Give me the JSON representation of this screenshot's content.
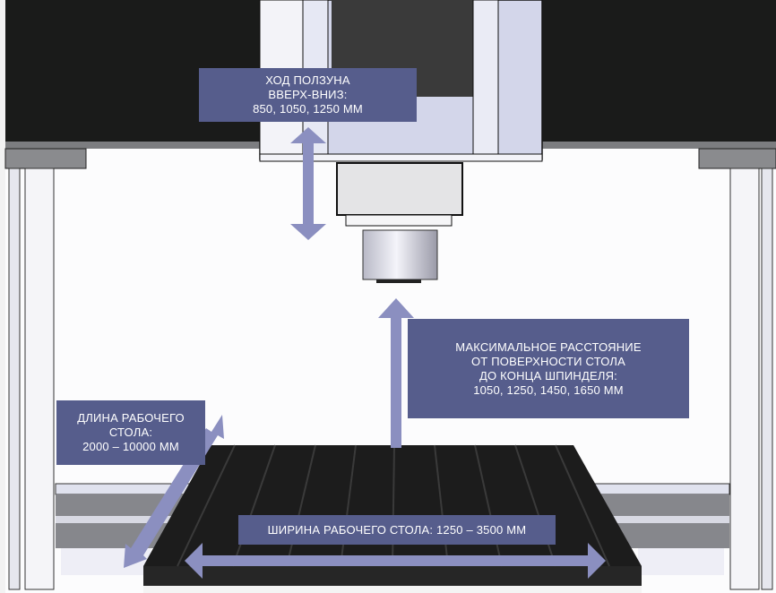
{
  "labels": {
    "ram_travel": {
      "lines": [
        "ХОД ПОЛЗУНА",
        "ВВЕРХ-ВНИЗ:",
        "850, 1050, 1250 ММ"
      ]
    },
    "spindle_distance": {
      "lines": [
        "МАКСИМАЛЬНОЕ РАССТОЯНИЕ",
        "ОТ ПОВЕРХНОСТИ СТОЛА",
        "ДО КОНЦА ШПИНДЕЛЯ:",
        "1050, 1250, 1450, 1650 ММ"
      ]
    },
    "table_length": {
      "lines": [
        "ДЛИНА РАБОЧЕГО",
        "СТОЛА:",
        "2000 – 10000 ММ"
      ]
    },
    "table_width": {
      "lines": [
        "ШИРИНА РАБОЧЕГО СТОЛА: 1250 – 3500 ММ"
      ]
    }
  },
  "colors": {
    "label_bg": "#565d8c",
    "arrow": "#8b8fc0",
    "frame_dark": "#1a1b1a",
    "table": "#1c1c1c"
  }
}
